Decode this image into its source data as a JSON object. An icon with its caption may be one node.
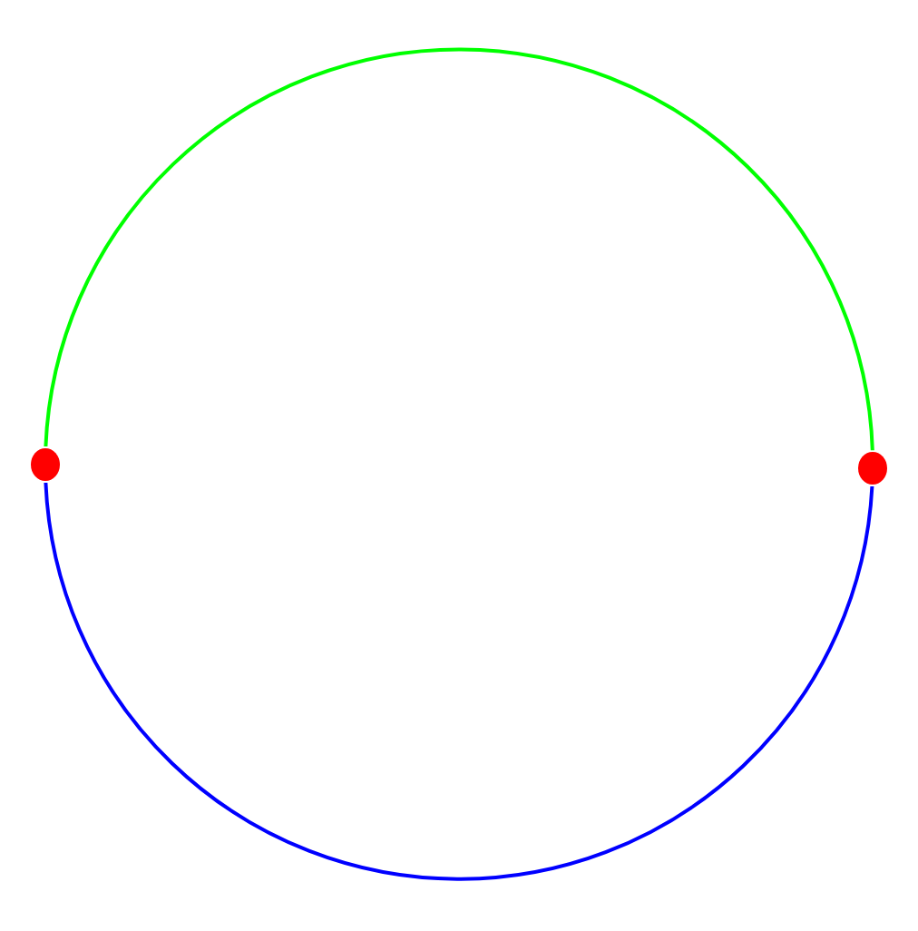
{
  "diagram": {
    "nodes": [
      {
        "text": [],
        "shape": "circle"
      },
      {
        "text": [],
        "shape": "circle"
      }
    ],
    "edges": [
      {
        "from": 0,
        "to": 1,
        "arrow": "none",
        "color": "#00ff00"
      },
      {
        "from": 0,
        "to": 1,
        "arrow": "none",
        "color": "#0000ff"
      }
    ]
  }
}
